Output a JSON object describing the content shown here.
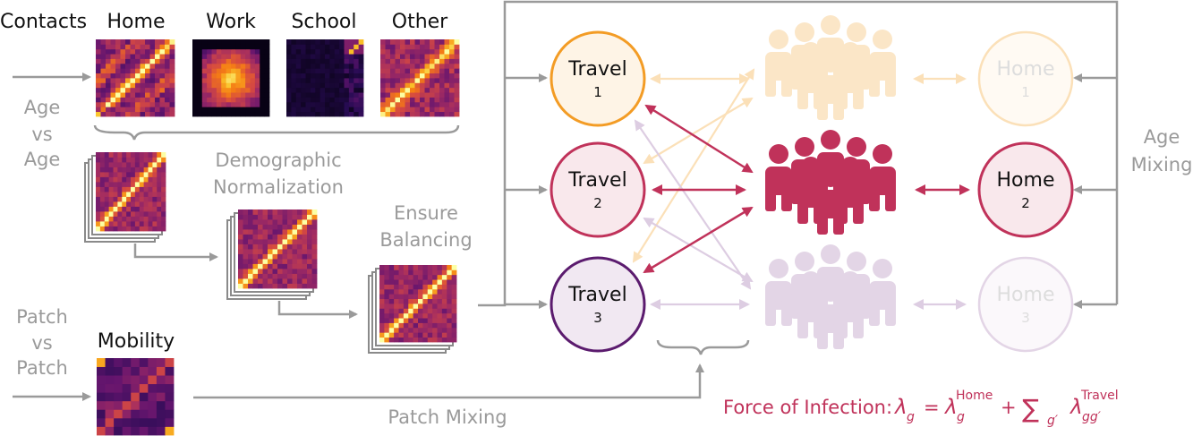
{
  "colors": {
    "gray": "#9a9a9a",
    "travel1": "#f39c25",
    "travel2": "#c0325a",
    "travel3": "#5b1b6e",
    "faded_orange": "#fbe6c7",
    "faded_purple": "#e3d5e6",
    "faded_red": "#eed1da",
    "accent": "#c0325a"
  },
  "contacts": {
    "title": "Contacts",
    "matrix_labels": [
      "Home",
      "Work",
      "School",
      "Other"
    ]
  },
  "age_vs_age": [
    "Age",
    "vs",
    "Age"
  ],
  "demographic_normalization": [
    "Demographic",
    "Normalization"
  ],
  "ensure_balancing": [
    "Ensure",
    "Balancing"
  ],
  "patch_vs_patch": [
    "Patch",
    "vs",
    "Patch"
  ],
  "mobility": {
    "title": "Mobility"
  },
  "patch_mixing": "Patch Mixing",
  "age_mixing": [
    "Age",
    "Mixing"
  ],
  "travel_nodes": [
    {
      "label": "Travel",
      "num": "1"
    },
    {
      "label": "Travel",
      "num": "2"
    },
    {
      "label": "Travel",
      "num": "3"
    }
  ],
  "home_nodes": [
    {
      "label": "Home",
      "num": "1"
    },
    {
      "label": "Home",
      "num": "2"
    },
    {
      "label": "Home",
      "num": "3"
    }
  ],
  "force_of_infection": {
    "label": "Force of Infection:",
    "lambda": "λ",
    "sub_g": "g",
    "equals": "=",
    "sup_home": "Home",
    "plus": "+",
    "sum": "∑",
    "sub_gprime": "g′",
    "sup_travel": "Travel",
    "sub_ggprime": "gg′"
  }
}
